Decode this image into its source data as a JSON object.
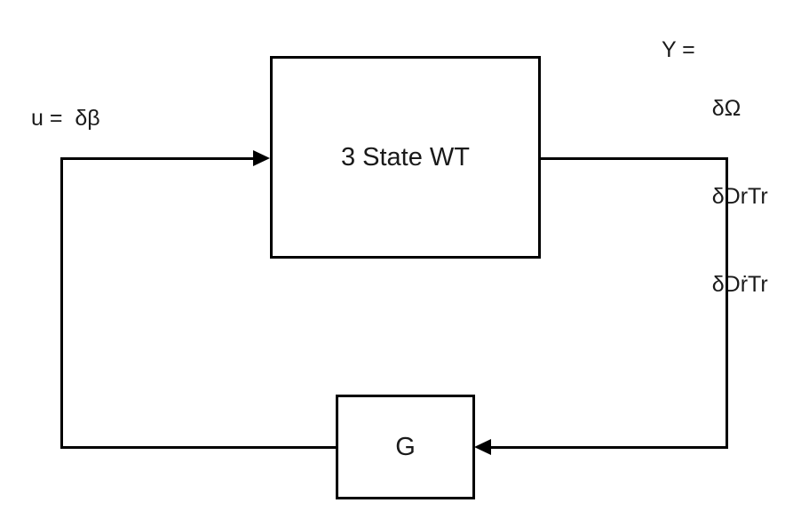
{
  "diagram": {
    "background_color": "#ffffff",
    "line_color": "#000000",
    "input_label": "u =  δβ",
    "output_prefix": "Y = ",
    "outputs": [
      "δΩ",
      "δDrTr",
      "δDṙTr"
    ],
    "blocks": [
      {
        "id": "plant",
        "label": "3 State WT"
      },
      {
        "id": "gain",
        "label": "G"
      }
    ]
  }
}
